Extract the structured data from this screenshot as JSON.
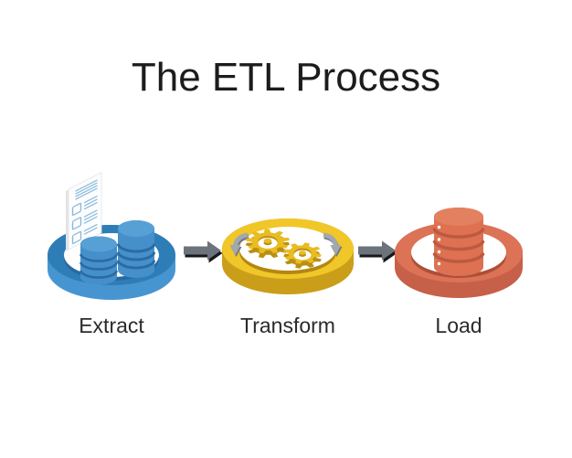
{
  "title": "The ETL Process",
  "stages": [
    {
      "id": "extract",
      "label": "Extract",
      "platform_color": "#2f7db7",
      "icon": "document-and-databases-on-blue-ring"
    },
    {
      "id": "transform",
      "label": "Transform",
      "platform_color": "#f1c628",
      "icon": "gears-on-yellow-ring"
    },
    {
      "id": "load",
      "label": "Load",
      "platform_color": "#dc7256",
      "icon": "database-stack-on-salmon-ring"
    }
  ],
  "flow": [
    "Extract",
    "Transform",
    "Load"
  ],
  "colors": {
    "title_text": "#1c1c1c",
    "label_text": "#2b2b2b",
    "blue_top": "#2f7db7",
    "blue_side": "#4795d0",
    "blue_lip": "#28699f",
    "blue_cyl": "#4590ca",
    "blue_cyl_dark": "#2b6ba3",
    "blue_cyl_top": "#57a0d6",
    "yellow_top": "#f1c628",
    "yellow_side": "#cb9e1a",
    "yellow_lip": "#b3880f",
    "gear": "#e9bc22",
    "gear_side": "#bb8f13",
    "salmon_top": "#dc7256",
    "salmon_side": "#c66049",
    "salmon_lip": "#ad4f39",
    "salmon_cyl": "#dd7152",
    "salmon_cyl_dark": "#bc5a40",
    "salmon_cyl_top": "#e3805f",
    "arrow": "#6d737b",
    "arrow_shadow": "#17181b",
    "curved_arrow": "#a2a8af",
    "curved_arrow_shadow": "#71777e",
    "doc_line": "#8abadd",
    "paper": "#fdfdfd",
    "paper_edge": "#e2e4e7"
  }
}
